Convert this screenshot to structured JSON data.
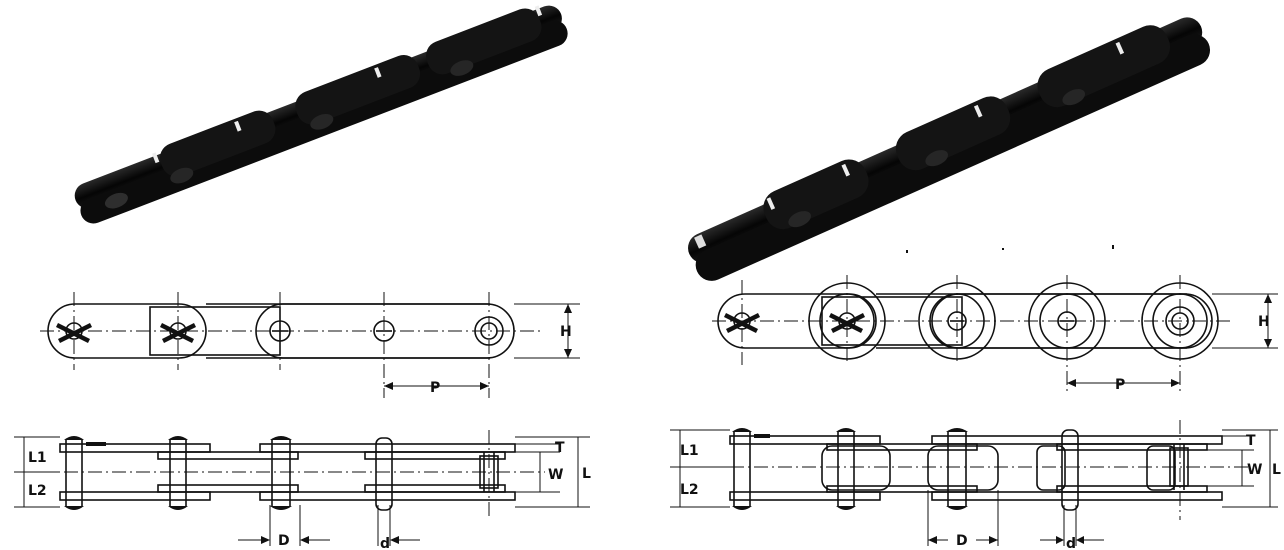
{
  "left_diagram": {
    "labels": {
      "height": "H",
      "pitch": "P",
      "length_1": "L1",
      "length_2": "L2",
      "thickness": "T",
      "width": "W",
      "total_length": "L",
      "bush_diameter": "D",
      "pin_diameter": "d"
    }
  },
  "right_diagram": {
    "labels": {
      "height": "H",
      "pitch": "P",
      "length_1": "L1",
      "length_2": "L2",
      "thickness": "T",
      "width": "W",
      "total_length": "L",
      "roller_diameter": "D",
      "pin_diameter": "d"
    }
  }
}
